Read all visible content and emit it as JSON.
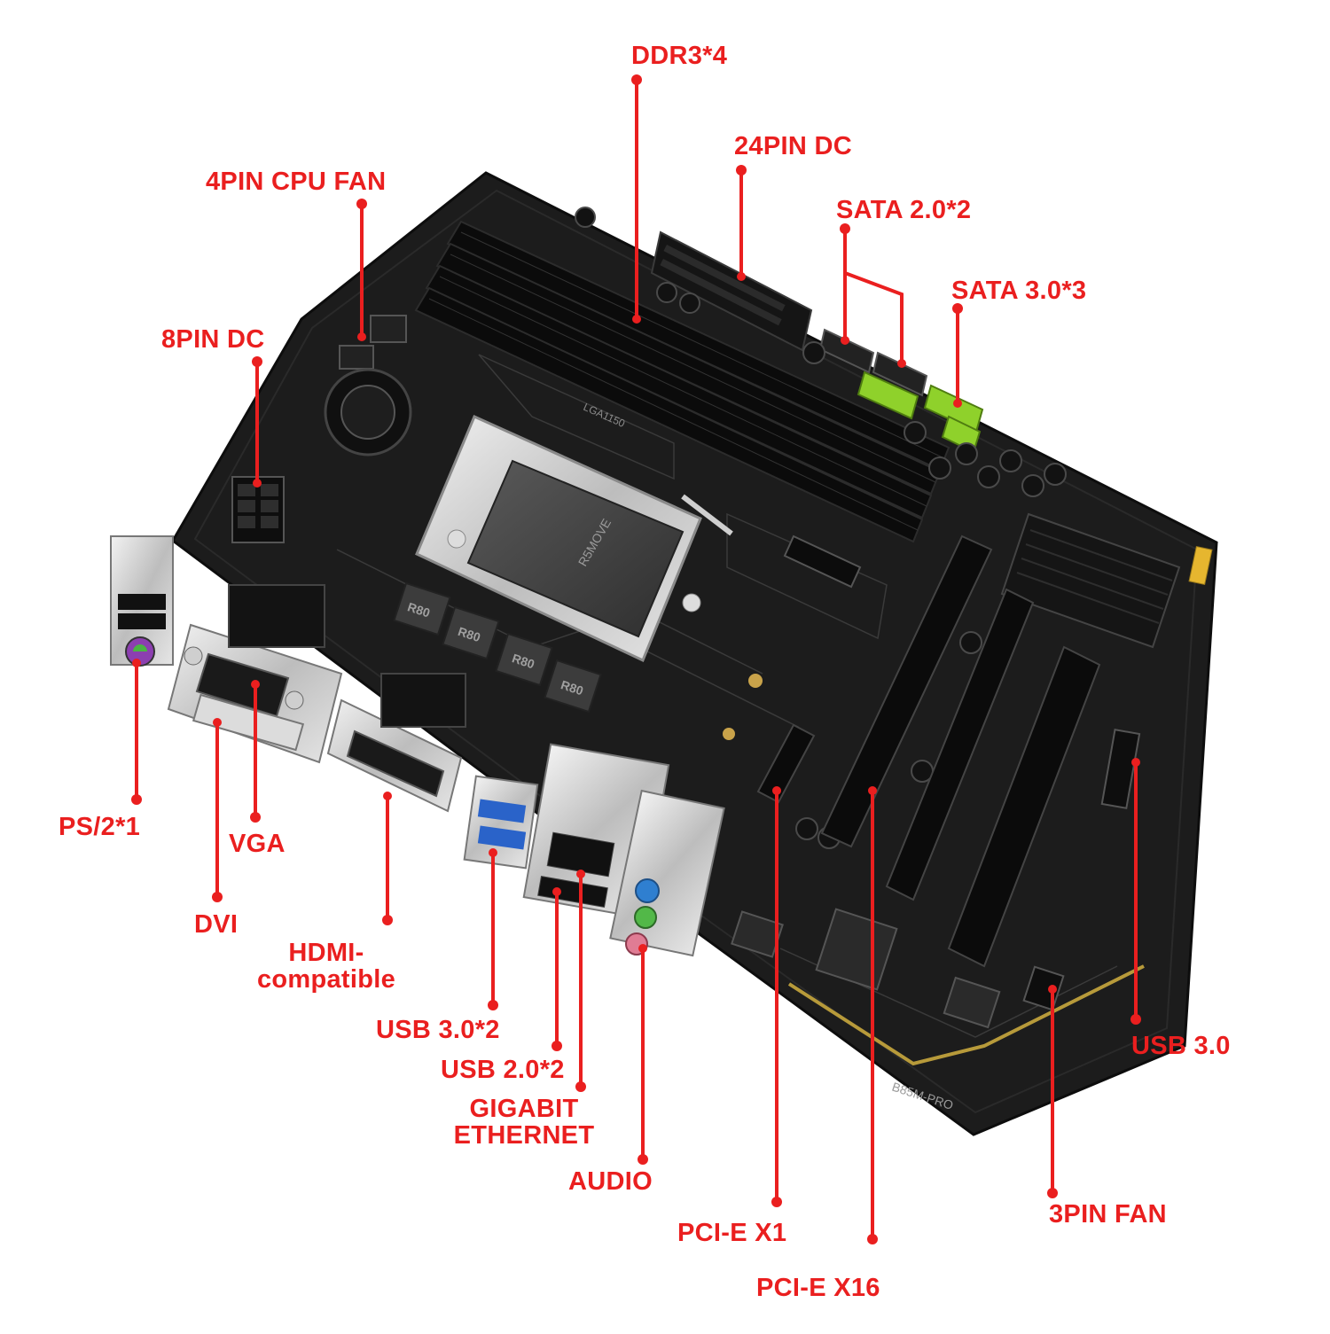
{
  "labels": {
    "ddr3": "DDR3*4",
    "pin24": "24PIN DC",
    "cpufan": "4PIN CPU FAN",
    "sata2": "SATA 2.0*2",
    "sata3": "SATA 3.0*3",
    "pin8": "8PIN DC",
    "ps2": "PS/2*1",
    "vga": "VGA",
    "dvi": "DVI",
    "hdmi": "HDMI-\ncompatible",
    "usb30x2": "USB 3.0*2",
    "usb20x2": "USB 2.0*2",
    "ethernet": "GIGABIT\nETHERNET",
    "audio": "AUDIO",
    "pcie1": "PCI-E X1",
    "pcie16": "PCI-E X16",
    "fan3": "3PIN FAN",
    "usb30": "USB 3.0"
  },
  "board": {
    "model": "B85M-PRO",
    "socket": "LGA1150",
    "cpu_mark": "R5MOVE",
    "choke_mark": "R80"
  },
  "colors": {
    "annotation": "#ea1f1f",
    "pcb": "#1c1c1c",
    "sata_green": "#8fd12b",
    "usb3_blue": "#2a63c9"
  }
}
